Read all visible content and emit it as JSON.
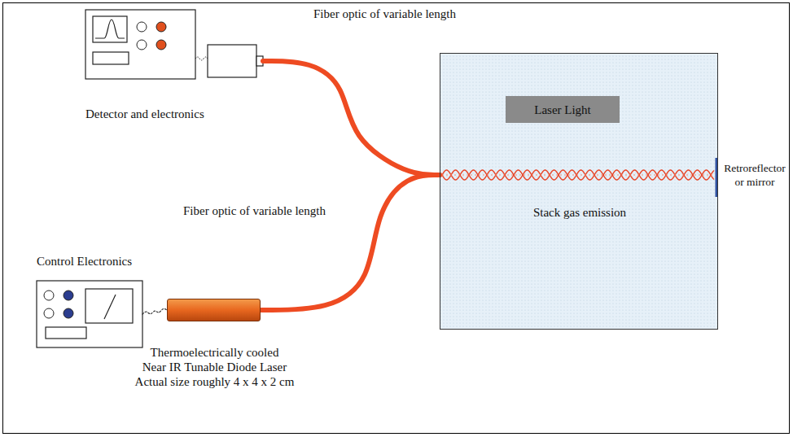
{
  "diagram": {
    "nodes": [
      {
        "text": [
          "Detector and electronics"
        ]
      },
      {
        "text": [
          "Control Electronics"
        ]
      },
      {
        "text": [
          "Thermoelectrically cooled",
          "Near IR Tunable Diode Laser",
          "Actual size roughly 4 x 4 x 2 cm"
        ]
      },
      {
        "text": [
          "Stack gas emission"
        ]
      },
      {
        "text": [
          "Laser Light"
        ],
        "in": 3
      }
    ],
    "edges": [
      {
        "from": 0,
        "to": 3,
        "arrow": "none"
      },
      {
        "from": 2,
        "to": 3,
        "arrow": "none"
      },
      {
        "from": 1,
        "to": 2,
        "arrow": "none"
      }
    ],
    "labels": [
      "Fiber optic of variable length",
      "Fiber optic of variable length",
      "Retroreflector or mirror"
    ]
  }
}
